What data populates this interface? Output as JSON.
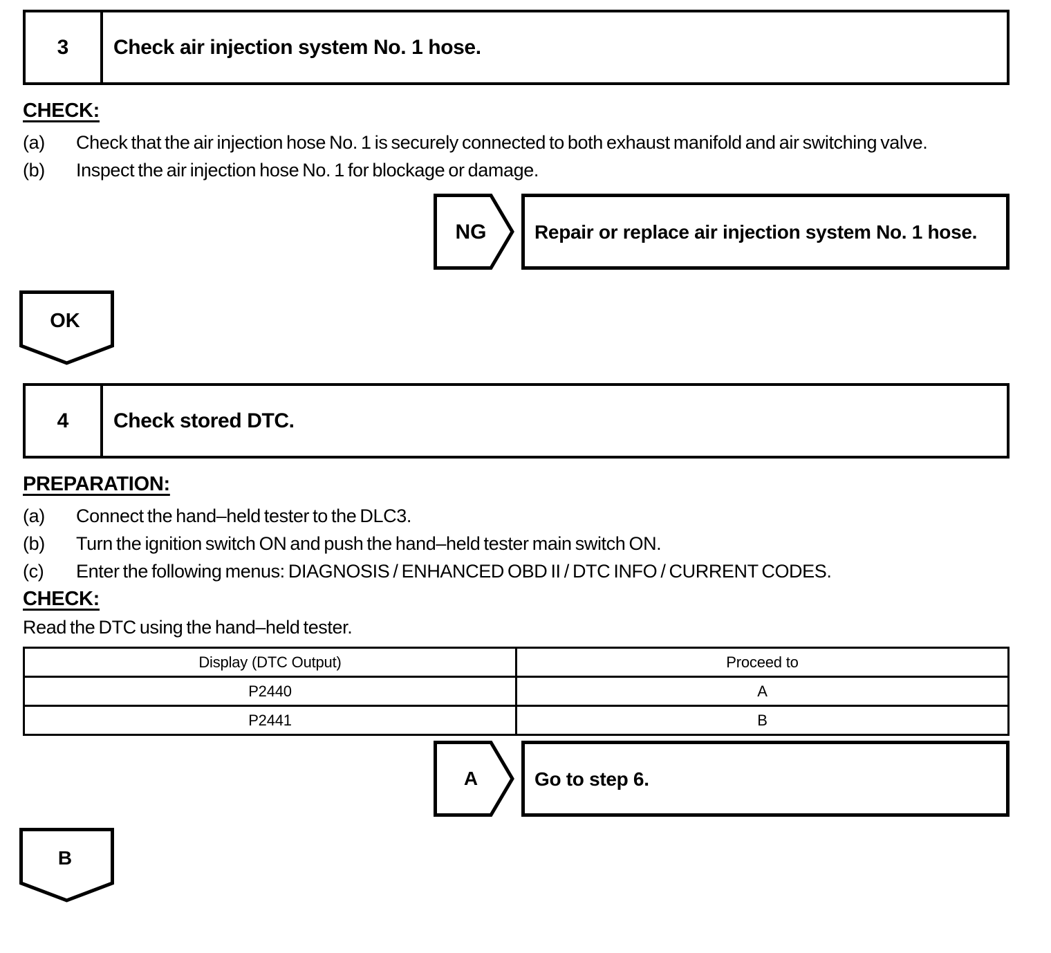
{
  "colors": {
    "ink": "#000000",
    "paper": "#ffffff"
  },
  "step3": {
    "number": "3",
    "title": "Check air injection system No. 1 hose.",
    "check_heading": "CHECK:",
    "check_items": [
      {
        "label": "(a)",
        "text": "Check that the air injection hose No. 1 is securely connected to both exhaust manifold and air switching valve."
      },
      {
        "label": "(b)",
        "text": "Inspect the air injection hose No. 1 for blockage or damage."
      }
    ],
    "ng_connector": "NG",
    "ng_result": "Repair or replace air injection system No. 1 hose.",
    "ok_connector": "OK"
  },
  "step4": {
    "number": "4",
    "title": "Check stored DTC.",
    "preparation_heading": "PREPARATION:",
    "preparation_items": [
      {
        "label": "(a)",
        "text": "Connect the hand–held tester to the DLC3."
      },
      {
        "label": "(b)",
        "text": "Turn the ignition switch ON and push the hand–held tester main switch ON."
      },
      {
        "label": "(c)",
        "text": "Enter the following menus: DIAGNOSIS / ENHANCED OBD II / DTC INFO / CURRENT CODES."
      }
    ],
    "check_heading": "CHECK:",
    "check_text": "Read the DTC using the hand–held tester.",
    "dtc_table": {
      "headers": [
        "Display (DTC Output)",
        "Proceed to"
      ],
      "rows": [
        [
          "P2440",
          "A"
        ],
        [
          "P2441",
          "B"
        ]
      ]
    },
    "a_connector": "A",
    "a_result": "Go to step 6.",
    "b_connector": "B"
  }
}
